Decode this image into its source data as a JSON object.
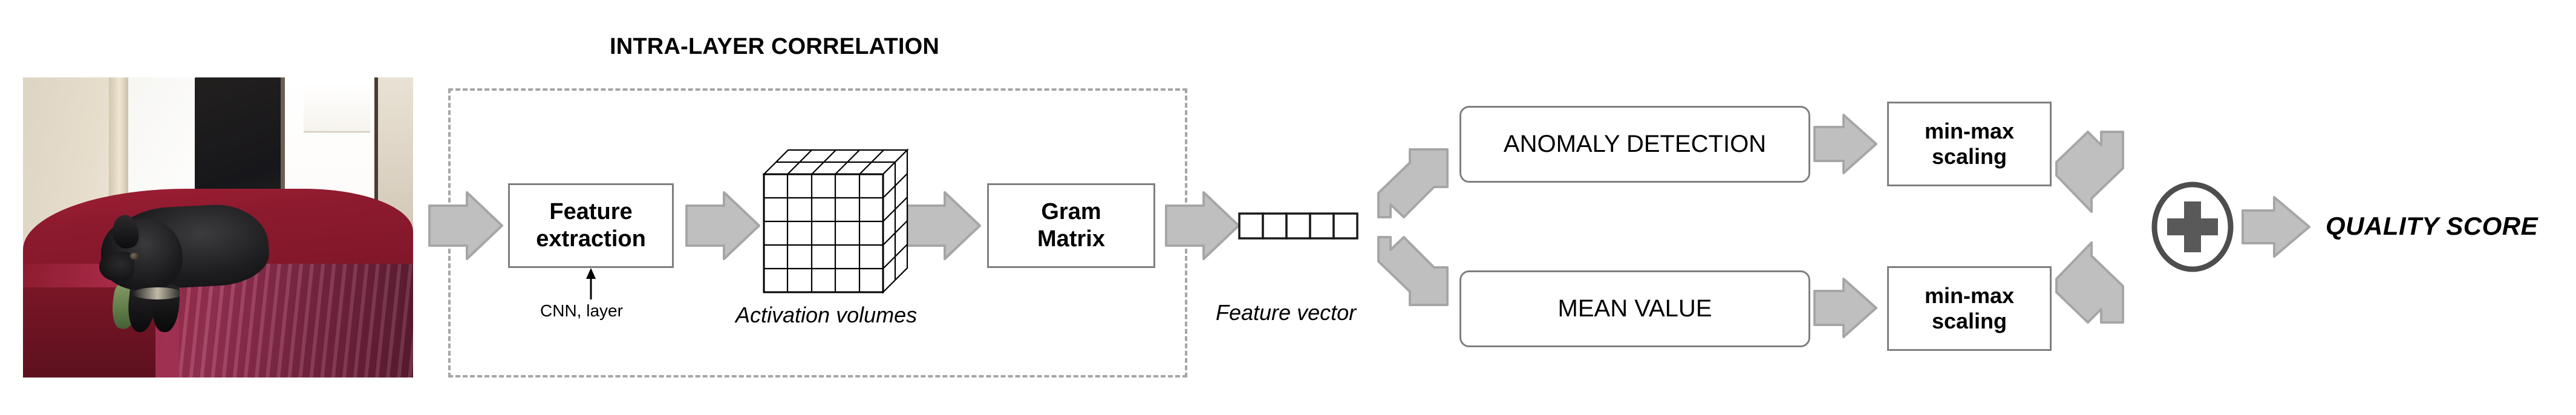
{
  "figure": {
    "title": "INTRA-LAYER CORRELATION",
    "type": "pipeline-diagram"
  },
  "input_image": {
    "name": "dog-on-red-couch-photo",
    "alt": "Photograph of a black dog lying on a red couch in a living room"
  },
  "intra_layer_group": {
    "label": "INTRA-LAYER CORRELATION",
    "blocks": [
      {
        "id": "feature-extraction",
        "label_line1": "Feature",
        "label_line2": "extraction",
        "style": "rect",
        "bold": true
      },
      {
        "id": "gram-matrix",
        "label_line1": "Gram",
        "label_line2": "Matrix",
        "style": "rect",
        "bold": true
      }
    ],
    "annotations": [
      {
        "id": "cnn-layer",
        "text": "CNN, layer",
        "target": "feature-extraction"
      }
    ],
    "activation_volumes": {
      "caption": "Activation volumes",
      "grid_rows": 5,
      "grid_cols": 5
    }
  },
  "feature_vector": {
    "caption": "Feature vector",
    "cells": 5
  },
  "branches": [
    {
      "id": "anomaly-branch",
      "process": {
        "id": "anomaly-detection",
        "label": "ANOMALY DETECTION",
        "style": "rounded"
      },
      "scaling": {
        "id": "min-max-scaling-top",
        "label_line1": "min-max",
        "label_line2": "scaling",
        "style": "rect",
        "bold": true
      }
    },
    {
      "id": "mean-branch",
      "process": {
        "id": "mean-value",
        "label": "MEAN VALUE",
        "style": "rounded"
      },
      "scaling": {
        "id": "min-max-scaling-bottom",
        "label_line1": "min-max",
        "label_line2": "scaling",
        "style": "rect",
        "bold": true
      }
    }
  ],
  "combiner": {
    "id": "sum-operator",
    "symbol": "+",
    "shape": "circle"
  },
  "output": {
    "id": "quality-score",
    "label": "QUALITY SCORE",
    "style": "bold-italic"
  },
  "colors": {
    "arrow_fill": "#bfbfbf",
    "arrow_stroke": "#a6a6a6",
    "box_stroke": "#7f7f7f",
    "dashed_stroke": "#a6a6a6",
    "text": "#000000",
    "plus_fill": "#595959",
    "plus_stroke": "#4d4d4d"
  }
}
